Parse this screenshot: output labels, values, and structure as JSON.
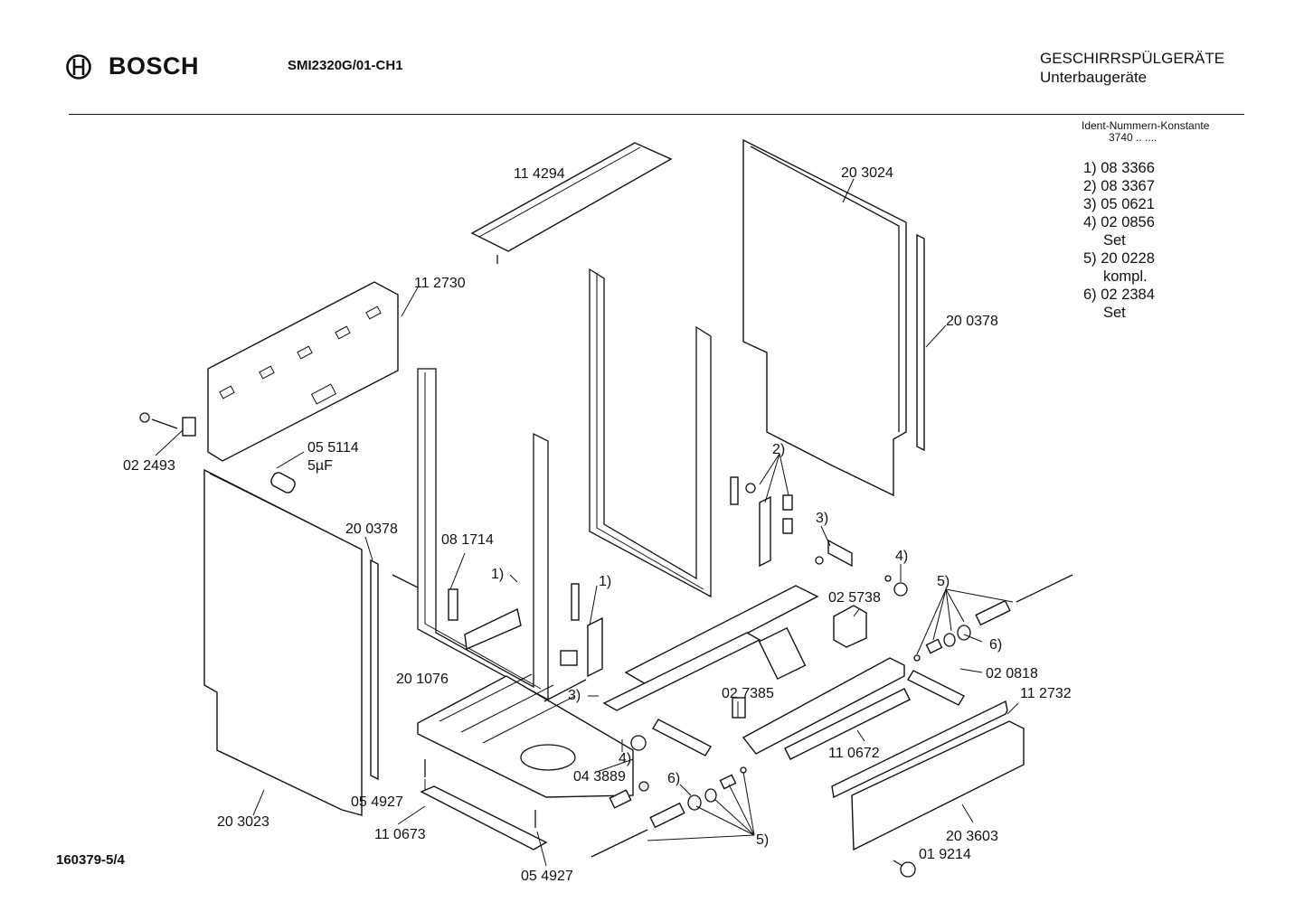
{
  "header": {
    "brand": "BOSCH",
    "model": "SMI2320G/01-CH1",
    "category": "GESCHIRRSPÜLGERÄTE",
    "subcategory": "Unterbaugeräte",
    "ident_title": "Ident-Nummern-Konstante",
    "ident_code": "3740  ..  ....",
    "doc_number": "160379-5/4"
  },
  "legend": [
    {
      "label": "1) 08 3366",
      "note": ""
    },
    {
      "label": "2) 08 3367",
      "note": ""
    },
    {
      "label": "3) 05 0621",
      "note": ""
    },
    {
      "label": "4) 02 0856",
      "note": "Set"
    },
    {
      "label": "5) 20 0228",
      "note": "kompl."
    },
    {
      "label": "6) 02 2384",
      "note": "Set"
    }
  ],
  "parts": [
    "11 4294",
    "20 3024",
    "20 0378",
    "11 2730",
    "02 2493",
    "05 5114",
    "5µF",
    "20 0378",
    "08 1714",
    "1)",
    "1)",
    "2)",
    "3)",
    "4)",
    "02 5738",
    "5)",
    "6)",
    "02 0818",
    "11 2732",
    "20 1076",
    "3)",
    "4)",
    "02 7385",
    "11 0672",
    "04 3889",
    "6)",
    "05 4927",
    "11 0673",
    "20 3023",
    "5)",
    "20 3603",
    "01 9214",
    "05 4927"
  ],
  "icons": [
    "bosch-logo-icon"
  ]
}
